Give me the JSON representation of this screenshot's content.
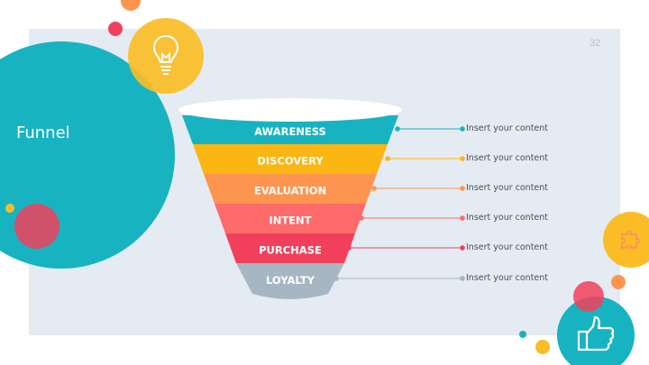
{
  "slide": {
    "number": "32",
    "title": "Funnel"
  },
  "funnel": {
    "stages": [
      {
        "label": "AWARENESS",
        "color": "#17b3c1",
        "content": "Insert your content"
      },
      {
        "label": "DISCOVERY",
        "color": "#fbb614",
        "content": "Insert your content"
      },
      {
        "label": "EVALUATION",
        "color": "#fd9551",
        "content": "Insert your content"
      },
      {
        "label": "INTENT",
        "color": "#fd6b6b",
        "content": "Insert your content"
      },
      {
        "label": "PURCHASE",
        "color": "#f2405c",
        "content": "Insert your content"
      },
      {
        "label": "LOYALTY",
        "color": "#a6b6c3",
        "content": "Insert your content"
      }
    ]
  },
  "decor": {
    "icons": [
      "lightbulb-icon",
      "puzzle-icon",
      "thumbs-up-icon"
    ],
    "colors": {
      "teal": "#17b3c1",
      "yellow": "#fbbd26",
      "coral": "#f2405c",
      "orange": "#fd9551",
      "panel": "#e4ebf2"
    }
  }
}
